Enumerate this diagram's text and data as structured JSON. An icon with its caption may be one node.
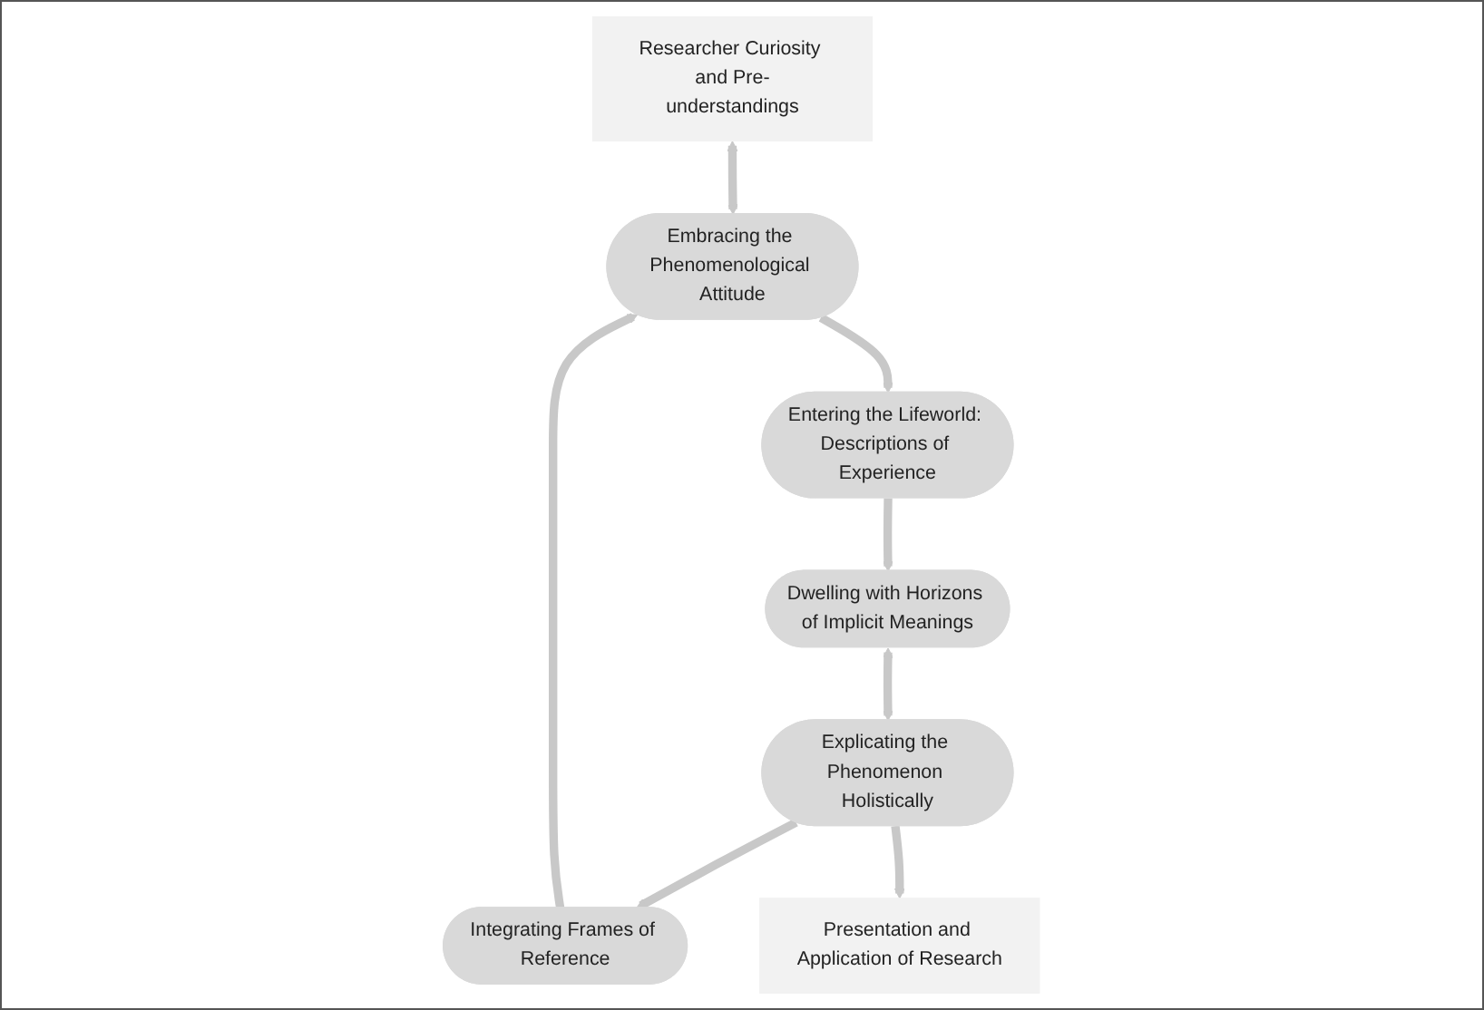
{
  "diagram": {
    "nodes": [
      {
        "text": [
          "Researcher Curiosity and Pre-understandings"
        ]
      },
      {
        "text": [
          "Entering the Lifeworld: Descriptions of Experience"
        ]
      },
      {
        "text": [
          "Dwelling with Horizons of Implicit Meanings"
        ]
      },
      {
        "text": [
          "Explicating the Phenomenon Holistically"
        ]
      },
      {
        "text": [
          "Integrating Frames of Reference"
        ]
      },
      {
        "text": [
          "Embracing the Phenomenological Attitude"
        ]
      },
      {
        "text": [
          "Presentation and Application of Research"
        ]
      }
    ],
    "edges": [
      {
        "from": 0,
        "to": 5,
        "arrow": "both"
      },
      {
        "from": 5,
        "to": 1,
        "arrow": "to"
      },
      {
        "from": 1,
        "to": 2,
        "arrow": "to"
      },
      {
        "from": 2,
        "to": 3,
        "arrow": "both"
      },
      {
        "from": 3,
        "to": 4,
        "arrow": "to"
      },
      {
        "from": 4,
        "to": 5,
        "arrow": "to"
      },
      {
        "from": 3,
        "to": 6,
        "arrow": "to"
      }
    ]
  }
}
